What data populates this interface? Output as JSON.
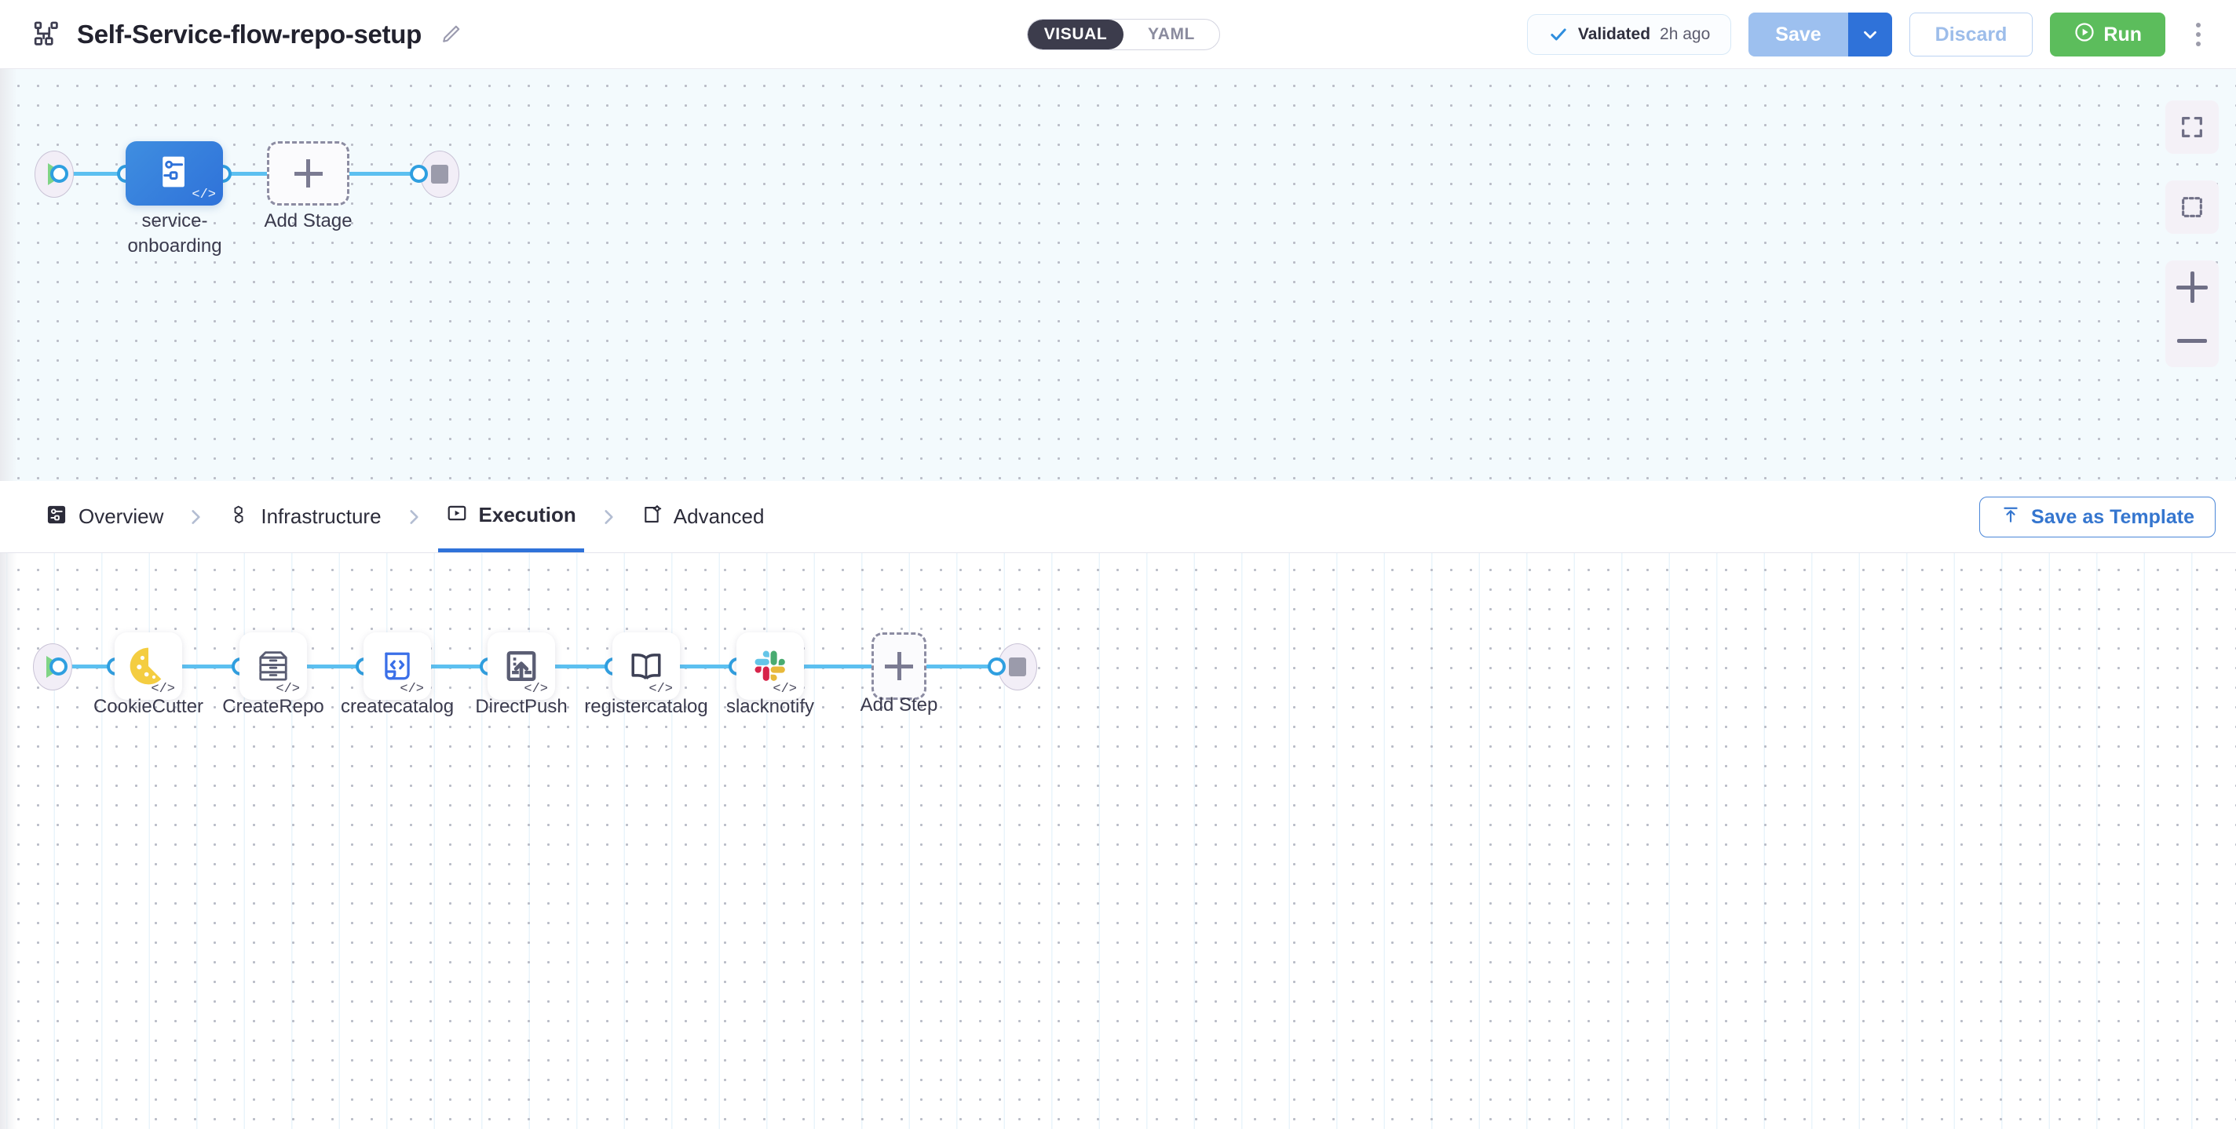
{
  "header": {
    "pipeline_icon": "pipeline-nodes-icon",
    "title": "Self-Service-flow-repo-setup",
    "edit_icon": "pencil-edit-icon",
    "mode_toggle": {
      "options": [
        "VISUAL",
        "YAML"
      ],
      "selected": "VISUAL"
    },
    "validated": {
      "icon": "check-icon",
      "label": "Validated",
      "time": "2h ago"
    },
    "save_label": "Save",
    "save_caret_icon": "chevron-down-icon",
    "discard_label": "Discard",
    "run_label": "Run",
    "run_icon": "play-circle-icon",
    "kebab_icon": "more-vertical-icon"
  },
  "stage_canvas": {
    "start_icon": "play-terminal-icon",
    "end_icon": "stop-terminal-icon",
    "stage": {
      "name": "service-\nonboarding",
      "name_line1": "service-",
      "name_line2": "onboarding",
      "icon": "stage-deploy-icon",
      "code_badge": "</>"
    },
    "add_stage_label": "Add Stage",
    "add_stage_icon": "plus-icon",
    "zoom_controls": [
      {
        "name": "fit-to-screen-icon"
      },
      {
        "name": "selection-box-icon"
      },
      {
        "name": "zoom-in-icon"
      },
      {
        "name": "zoom-out-icon"
      }
    ]
  },
  "tabbar": {
    "tabs": [
      {
        "label": "Overview",
        "icon": "overview-icon",
        "active": false
      },
      {
        "label": "Infrastructure",
        "icon": "infrastructure-icon",
        "active": false
      },
      {
        "label": "Execution",
        "icon": "execution-icon",
        "active": true
      },
      {
        "label": "Advanced",
        "icon": "advanced-icon",
        "active": false
      }
    ],
    "separator_icon": "chevron-right-icon",
    "save_template_label": "Save as Template",
    "save_template_icon": "upload-template-icon"
  },
  "step_canvas": {
    "start_icon": "play-terminal-icon",
    "end_icon": "stop-terminal-icon",
    "steps": [
      {
        "label": "CookieCutter",
        "icon": "cookie-icon",
        "code_badge": "</>"
      },
      {
        "label": "CreateRepo",
        "icon": "file-cabinet-icon",
        "code_badge": "</>"
      },
      {
        "label": "createcatalog",
        "icon": "code-document-icon",
        "code_badge": "</>"
      },
      {
        "label": "DirectPush",
        "icon": "upload-document-icon",
        "code_badge": "</>"
      },
      {
        "label": "registercatalog",
        "icon": "open-book-icon",
        "code_badge": "</>"
      },
      {
        "label": "slacknotify",
        "icon": "slack-icon",
        "code_badge": "</>"
      }
    ],
    "add_step_label": "Add Step",
    "add_step_icon": "plus-icon"
  },
  "colors": {
    "accent_blue": "#2f72d9",
    "wire_blue": "#5cc0f0",
    "run_green": "#5cbd5c",
    "save_disabled": "#9dc0ef",
    "canvas_top_bg": "#f3fafd",
    "canvas_bottom_bg": "#ffffff"
  }
}
